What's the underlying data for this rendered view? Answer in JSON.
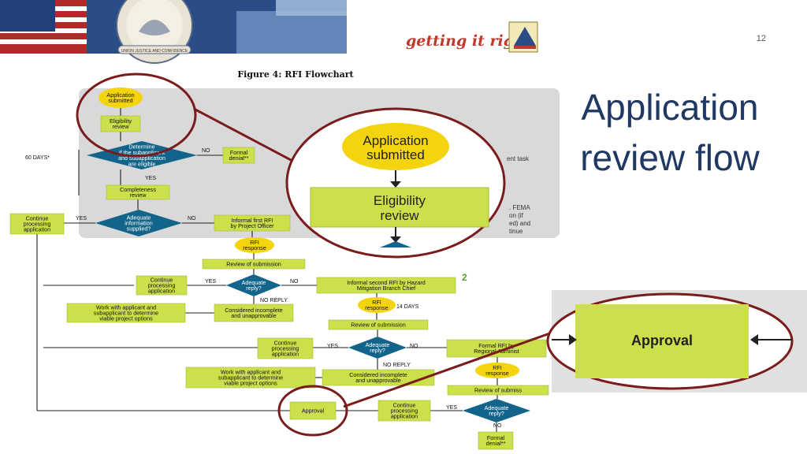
{
  "header": {
    "seal_motto": "UNION JUSTICE AND CONFIDENCE",
    "tagline": "getting it right!",
    "slide_number": "12",
    "logo_icon": "gohsep-logo-icon",
    "colors": {
      "banner": "#2b4d87",
      "banner_light": "#6d8fbf",
      "tagline": "#c0392b"
    }
  },
  "slide": {
    "title_line1": "Application",
    "title_line2": "review flow",
    "title_color": "#1f3864"
  },
  "figure": {
    "caption": "Figure 4: RFI Flowchart",
    "days_left": "60 DAYS*",
    "days_mid": "14 DAYS",
    "colors": {
      "green": "#cbe04a",
      "yellow": "#f4d40f",
      "diamond": "#12648a",
      "circle": "#7a1c1c",
      "line": "#222222"
    },
    "nodes": {
      "app_submitted": [
        "Application",
        "submitted"
      ],
      "eligibility": [
        "Eligibility",
        "review"
      ],
      "determine": [
        "Determine",
        "if the subapplicant",
        "and subapplication",
        "are eligible"
      ],
      "formal_denial_1": [
        "Formal",
        "denial**"
      ],
      "completeness": [
        "Completeness",
        "review"
      ],
      "adequate_info": [
        "Adequate",
        "information",
        "supplied?"
      ],
      "continue_1": [
        "Continue",
        "processing",
        "application"
      ],
      "informal_first": [
        "Informal first RFI",
        "by Project Officer"
      ],
      "rfi_response_1": [
        "RFI",
        "response"
      ],
      "review_sub_1": [
        "Review of submission"
      ],
      "adequate_reply_1": [
        "Adequate",
        "reply?"
      ],
      "continue_2": [
        "Continue",
        "processing",
        "application"
      ],
      "informal_second": [
        "Informal second RFI by Hazard",
        "Mitigation Branch Chief"
      ],
      "work_with_1": [
        "Work with applicant and",
        "subapplicant to determine",
        "viable project options"
      ],
      "considered_1": [
        "Considered incomplete",
        "and unapprovable"
      ],
      "rfi_response_2": [
        "RFI",
        "response"
      ],
      "review_sub_2": [
        "Review of submission"
      ],
      "adequate_reply_2": [
        "Adequate",
        "reply?"
      ],
      "continue_3": [
        "Continue",
        "processing",
        "application"
      ],
      "formal_rfi": [
        "Formal RFI by",
        "Regional Administ"
      ],
      "work_with_2": [
        "Work with applicant and",
        "subapplicant to determine",
        "viable project options"
      ],
      "considered_2": [
        "Considered incomplete",
        "and unapprovable"
      ],
      "rfi_response_3": [
        "RFI",
        "response"
      ],
      "review_sub_3": [
        "Review of submiss"
      ],
      "approval": [
        "Approval"
      ],
      "continue_4": [
        "Continue",
        "processing",
        "application"
      ],
      "adequate_reply_3": [
        "Adequate",
        "reply?"
      ],
      "formal_denial_2": [
        "Formal",
        "denial**"
      ]
    },
    "edge_labels": {
      "yes": "YES",
      "no": "NO",
      "no_reply": "NO REPLY",
      "superscript": "2"
    },
    "side_note": [
      "ent task",
      "",
      "",
      ". FEMA",
      "on (if",
      "ed) and",
      "tinue"
    ]
  },
  "zoom_top": {
    "app_submitted": [
      "Application",
      "submitted"
    ],
    "eligibility": [
      "Eligibility",
      "review"
    ]
  },
  "zoom_right": {
    "approval": "Approval"
  }
}
